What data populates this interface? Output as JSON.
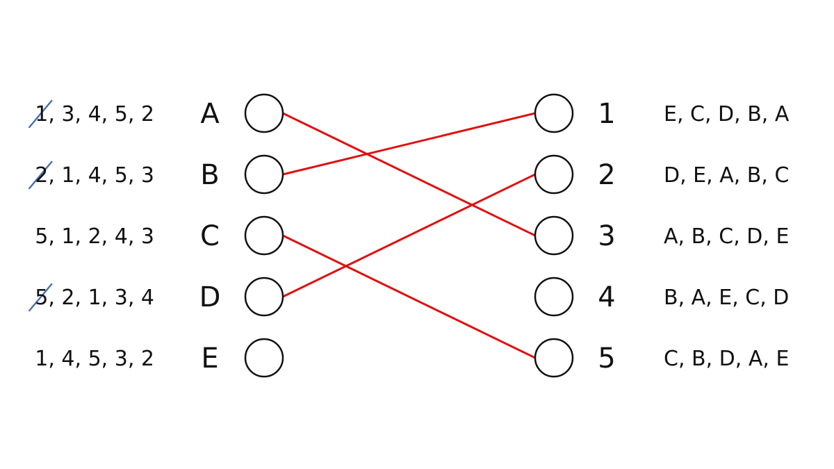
{
  "left": [
    {
      "label": "A",
      "prefs": [
        "1",
        "3",
        "4",
        "5",
        "2"
      ],
      "struck_first": true
    },
    {
      "label": "B",
      "prefs": [
        "2",
        "1",
        "4",
        "5",
        "3"
      ],
      "struck_first": true
    },
    {
      "label": "C",
      "prefs": [
        "5",
        "1",
        "2",
        "4",
        "3"
      ],
      "struck_first": false
    },
    {
      "label": "D",
      "prefs": [
        "5",
        "2",
        "1",
        "3",
        "4"
      ],
      "struck_first": true
    },
    {
      "label": "E",
      "prefs": [
        "1",
        "4",
        "5",
        "3",
        "2"
      ],
      "struck_first": false
    }
  ],
  "right": [
    {
      "label": "1",
      "prefs": [
        "E",
        "C",
        "D",
        "B",
        "A"
      ]
    },
    {
      "label": "2",
      "prefs": [
        "D",
        "E",
        "A",
        "B",
        "C"
      ]
    },
    {
      "label": "3",
      "prefs": [
        "A",
        "B",
        "C",
        "D",
        "E"
      ]
    },
    {
      "label": "4",
      "prefs": [
        "B",
        "A",
        "E",
        "C",
        "D"
      ]
    },
    {
      "label": "5",
      "prefs": [
        "C",
        "B",
        "D",
        "A",
        "E"
      ]
    }
  ],
  "matches": [
    {
      "from": "A",
      "to": "3"
    },
    {
      "from": "B",
      "to": "1"
    },
    {
      "from": "C",
      "to": "5"
    },
    {
      "from": "D",
      "to": "2"
    }
  ],
  "colors": {
    "edge": "#e01010",
    "strike": "#4a6fb0",
    "node_stroke": "#111111"
  }
}
